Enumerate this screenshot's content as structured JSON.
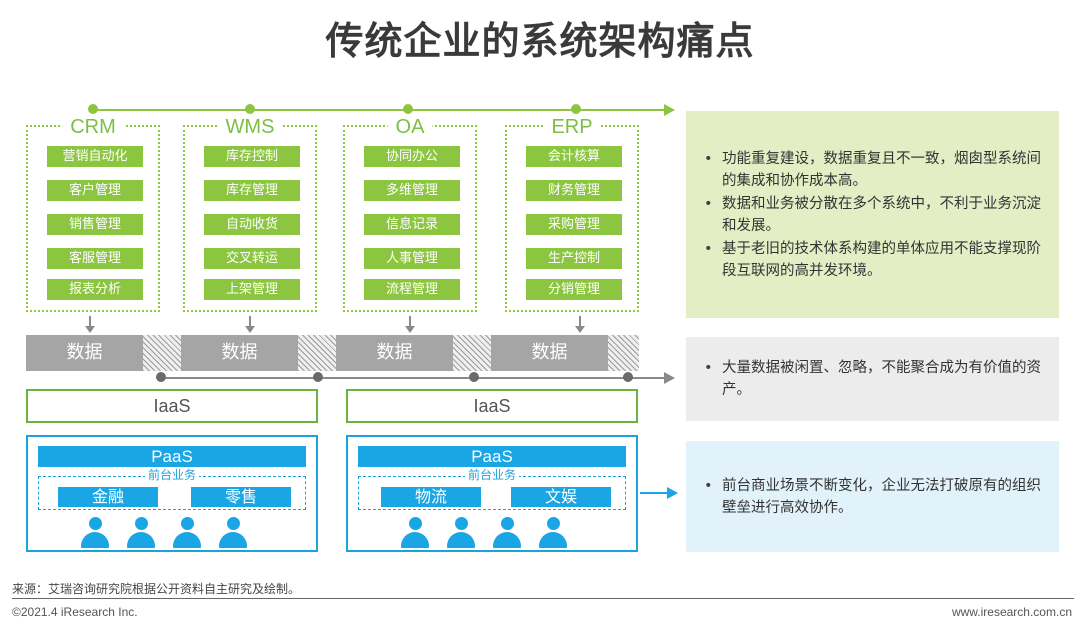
{
  "title": "传统企业的系统架构痛点",
  "systems": [
    {
      "name": "CRM",
      "modules": [
        "营销自动化",
        "客户管理",
        "销售管理",
        "客服管理",
        "报表分析"
      ]
    },
    {
      "name": "WMS",
      "modules": [
        "库存控制",
        "库存管理",
        "自动收货",
        "交叉转运",
        "上架管理"
      ]
    },
    {
      "name": "OA",
      "modules": [
        "协同办公",
        "多维管理",
        "信息记录",
        "人事管理",
        "流程管理"
      ]
    },
    {
      "name": "ERP",
      "modules": [
        "会计核算",
        "财务管理",
        "采购管理",
        "生产控制",
        "分销管理"
      ]
    }
  ],
  "data_label": "数据",
  "iaas": [
    "IaaS",
    "IaaS"
  ],
  "paas": [
    {
      "title": "PaaS",
      "front_label": "前台业务",
      "businesses": [
        "金融",
        "零售"
      ]
    },
    {
      "title": "PaaS",
      "front_label": "前台业务",
      "businesses": [
        "物流",
        "文娱"
      ]
    }
  ],
  "panels": [
    {
      "bullets": [
        "功能重复建设，数据重复且不一致，烟囱型系统间的集成和协作成本高。",
        "数据和业务被分散在多个系统中，不利于业务沉淀和发展。",
        "基于老旧的技术体系构建的单体应用不能支撑现阶段互联网的高并发环境。"
      ]
    },
    {
      "bullets": [
        "大量数据被闲置、忽略，不能聚合成为有价值的资产。"
      ]
    },
    {
      "bullets": [
        "前台商业场景不断变化，企业无法打破原有的组织壁垒进行高效协作。"
      ]
    }
  ],
  "footer": {
    "source": "来源：艾瑞咨询研究院根据公开资料自主研究及绘制。",
    "copyright": "©2021.4 iResearch Inc.",
    "website": "www.iresearch.com.cn"
  },
  "colors": {
    "green": "#8cc540",
    "blue": "#1aa6e4",
    "grey": "#a5a5a5",
    "panel_green": "#e3eec5",
    "panel_grey": "#ececec",
    "panel_blue": "#e2f2fa"
  }
}
